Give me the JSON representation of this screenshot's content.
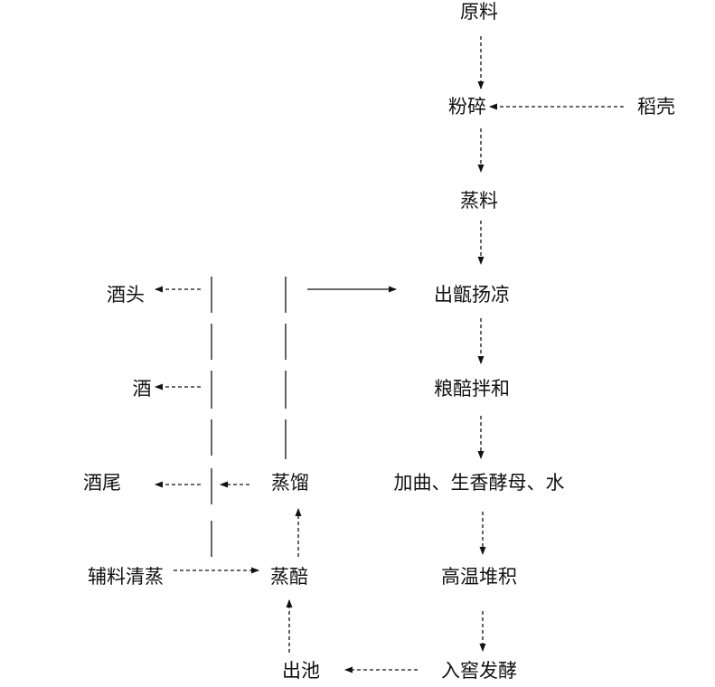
{
  "nodes": {
    "raw_material": "原料",
    "crushing": "粉碎",
    "rice_husk": "稻壳",
    "steaming_material": "蒸料",
    "unload_cool": "出甑扬凉",
    "mix_grain_mash": "粮醅拌和",
    "add_qu_yeast_water": "加曲、生香酵母、水",
    "high_temp_stacking": "高温堆积",
    "cellar_fermentation": "入窖发酵",
    "out_of_pit": "出池",
    "steam_mash": "蒸醅",
    "distillation": "蒸馏",
    "auxiliary_steaming": "辅料清蒸",
    "liquor_head": "酒头",
    "liquor": "酒",
    "liquor_tail": "酒尾"
  },
  "colors": {
    "line": "#111111",
    "text": "#111111",
    "background": "#ffffff"
  }
}
